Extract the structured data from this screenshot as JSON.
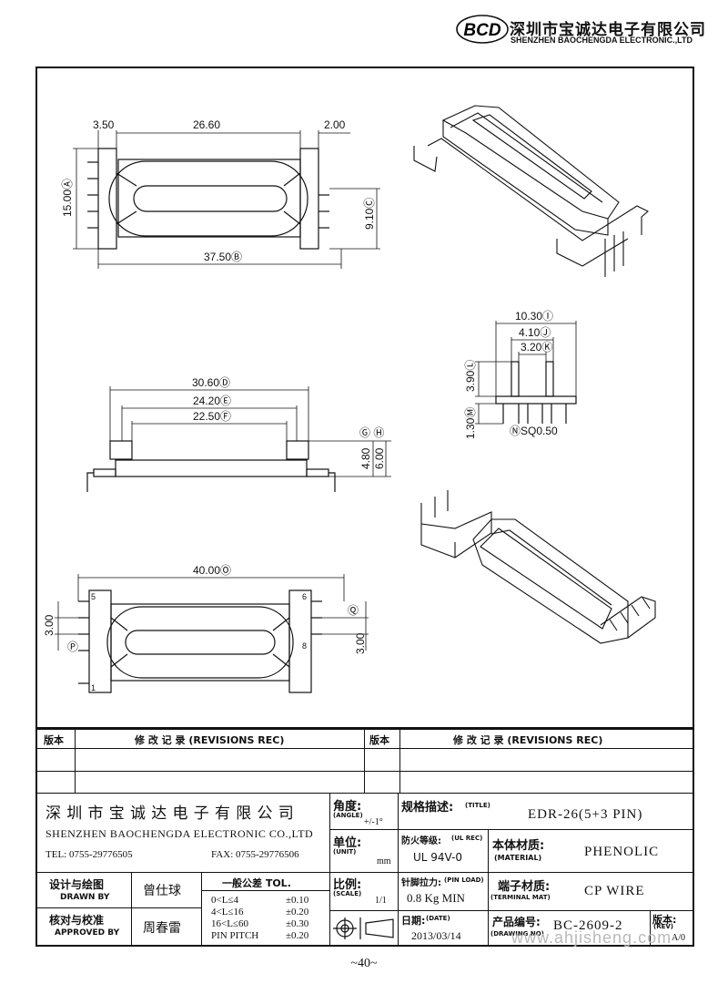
{
  "header": {
    "logo_text": "BCD",
    "company_cn": "深圳市宝诚达电子有限公司",
    "company_en": "SHENZHEN BAOCHENGDA ELECTRONIC.,LTD"
  },
  "drawing": {
    "top_view": {
      "dim_left": "3.50",
      "dim_center": "26.60",
      "dim_right": "2.00",
      "dim_height": "15.00Ⓐ",
      "dim_side": "9.10Ⓒ",
      "dim_width": "37.50Ⓑ"
    },
    "side_view": {
      "dim_outer": "30.60Ⓓ",
      "dim_mid": "24.20Ⓔ",
      "dim_inner": "22.50Ⓕ",
      "refs": "Ⓖ Ⓗ",
      "dim_h1": "4.80",
      "dim_h2": "6.00"
    },
    "end_view": {
      "dim_w1": "10.30Ⓘ",
      "dim_w2": "4.10Ⓙ",
      "dim_w3": "3.20Ⓚ",
      "dim_h1": "3.90Ⓛ",
      "dim_h2": "1.30Ⓜ",
      "pin": "ⓃSQ0.50"
    },
    "bottom_view": {
      "dim_width": "40.00Ⓞ",
      "dim_left": "3.00",
      "ref_p": "Ⓟ",
      "dim_right": "3.00",
      "ref_q": "Ⓠ",
      "pin_5": "5",
      "pin_6": "6",
      "pin_8": "8",
      "pin_1": "1"
    }
  },
  "revisions": {
    "col_version": "版本",
    "col_record": "修  改  记  录  (REVISIONS REC)",
    "col_version_2": "版本",
    "col_record_2": "修  改  记  录  (REVISIONS REC)"
  },
  "title_block": {
    "company_cn": "深 圳 市 宝 诚 达 电 子 有 限 公 司",
    "company_en": "SHENZHEN BAOCHENGDA ELECTRONIC CO.,LTD",
    "tel": "TEL: 0755-29776505",
    "fax": "FAX: 0755-29776506",
    "drawn_by_cn": "设计与绘图",
    "drawn_by_en": "DRAWN BY",
    "drawn_by_name": "曾仕球",
    "approved_by_cn": "核对与校准",
    "approved_by_en": "APPROVED BY",
    "approved_by_name": "周春雷",
    "tolerance_title": "一般公差 TOL.",
    "tol_rows": [
      {
        "range": "0<L≤4",
        "value": "±0.10"
      },
      {
        "range": "4<L≤16",
        "value": "±0.20"
      },
      {
        "range": "16<L≤60",
        "value": "±0.30"
      },
      {
        "range": "PIN PITCH",
        "value": "±0.20"
      }
    ],
    "angle_cn": "角度:",
    "angle_en": "(ANGLE)",
    "angle_value": "+/-1°",
    "unit_cn": "单位:",
    "unit_en": "(UNIT)",
    "unit_value": "mm",
    "scale_cn": "比例:",
    "scale_en": "(SCALE)",
    "scale_value": "1/1",
    "title_cn": "规格描述:",
    "title_en": "(TITLE)",
    "title_value": "EDR-26(5+3 PIN)",
    "ul_cn": "防火等级:",
    "ul_en": "(UL REC)",
    "ul_value": "UL 94V-0",
    "material_cn": "本体材质:",
    "material_en": "(MATERIAL)",
    "material_value": "PHENOLIC",
    "pinload_cn": "针脚拉力:",
    "pinload_en": "(PIN LOAD)",
    "pinload_value": "0.8 Kg MIN",
    "terminal_cn": "端子材质:",
    "terminal_en": "(TERMINAL MAT)",
    "terminal_value": "CP WIRE",
    "date_cn": "日期:",
    "date_en": "(DATE)",
    "date_value": "2013/03/14",
    "drawing_no_cn": "产品编号:",
    "drawing_no_en": "(DRAWING NO)",
    "drawing_no_value": "BC-2609-2",
    "rev_cn": "版本:",
    "rev_en": "(REV)",
    "rev_value": "A/0"
  },
  "page_number": "~40~",
  "watermark": "www.ahjisheng.com"
}
